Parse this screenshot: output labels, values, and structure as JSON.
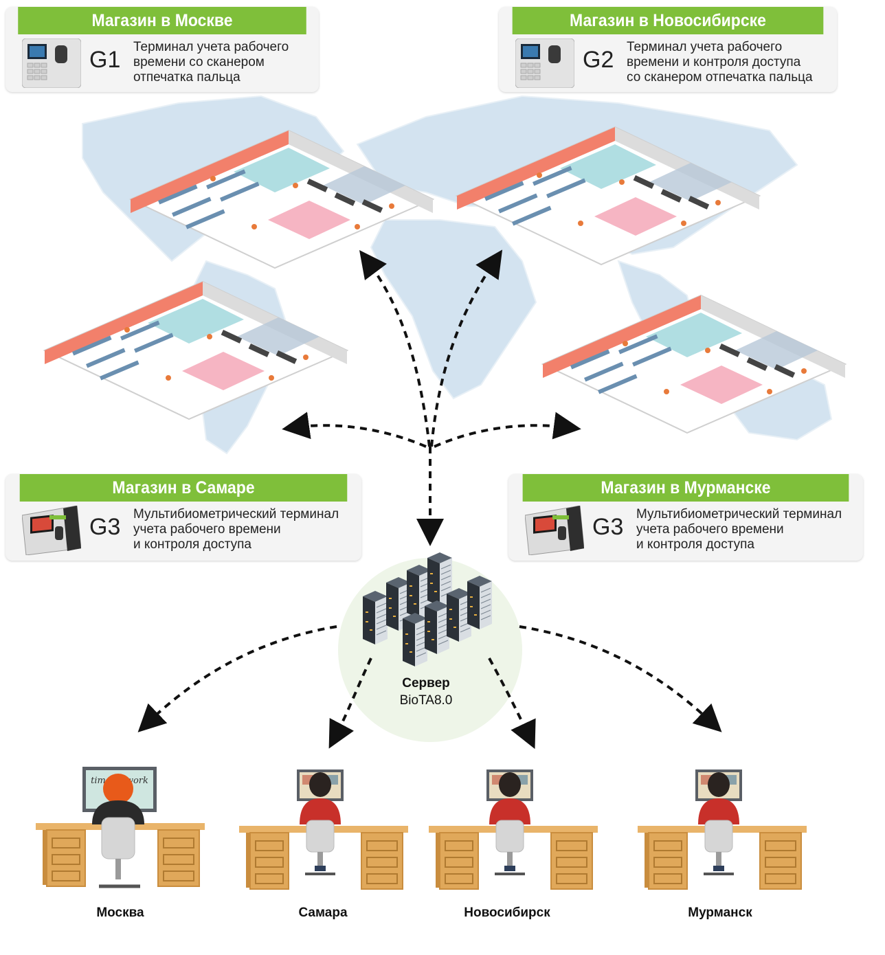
{
  "stores": [
    {
      "title": "Магазин в Москве",
      "model": "G1",
      "desc": "Терминал учета рабочего\nвремени со сканером\nотпечатка пальца"
    },
    {
      "title": "Магазин в Новосибирске",
      "model": "G2",
      "desc": "Терминал учета рабочего\nвремени и контроля доступа\nсо сканером отпечатка пальца"
    },
    {
      "title": "Магазин в Самаре",
      "model": "G3",
      "desc": "Мультибиометрический терминал\nучета рабочего времени\nи контроля доступа"
    },
    {
      "title": "Магазин в Мурманске",
      "model": "G3",
      "desc": "Мультибиометрический терминал\nучета рабочего времени\nи контроля доступа"
    }
  ],
  "server": {
    "label": "Сервер",
    "name": "BioTA8.0"
  },
  "screen_text": "time to work",
  "cities": [
    "Москва",
    "Самара",
    "Новосибирск",
    "Мурманск"
  ],
  "colors": {
    "accent_green": "#7fbf3a",
    "server_circle": "#eef5e8",
    "desk": "#e0a85a",
    "map": "#cfe1ef"
  },
  "icons": [
    "world-map-icon",
    "store-floorplan-icon",
    "attendance-terminal-icon",
    "server-rack-icon",
    "employee-desk-icon"
  ]
}
